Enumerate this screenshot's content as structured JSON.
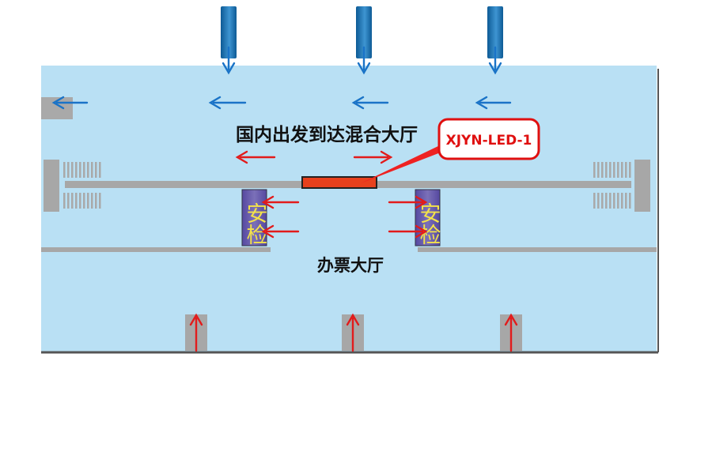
{
  "labels": {
    "departure_hall": "国内出发到达混合大厅",
    "ticket_hall": "办票大厅",
    "security_left": "安检",
    "security_right": "安检",
    "led_callout": "XJYN-LED-1"
  },
  "colors": {
    "floor": "#b9e0f4",
    "wall": "#a7a7a7",
    "blue_arrow": "#1a73c7",
    "red_arrow": "#e21b1b",
    "security_box": "#6b5fa6",
    "security_text": "#f3e24a",
    "led_fill": "#e8411d",
    "callout_border": "#e01010"
  },
  "icons": {
    "flow_in": "arrow-down-icon",
    "flow_left": "arrow-left-icon",
    "flow_right": "arrow-right-icon",
    "flow_up": "arrow-up-icon"
  }
}
